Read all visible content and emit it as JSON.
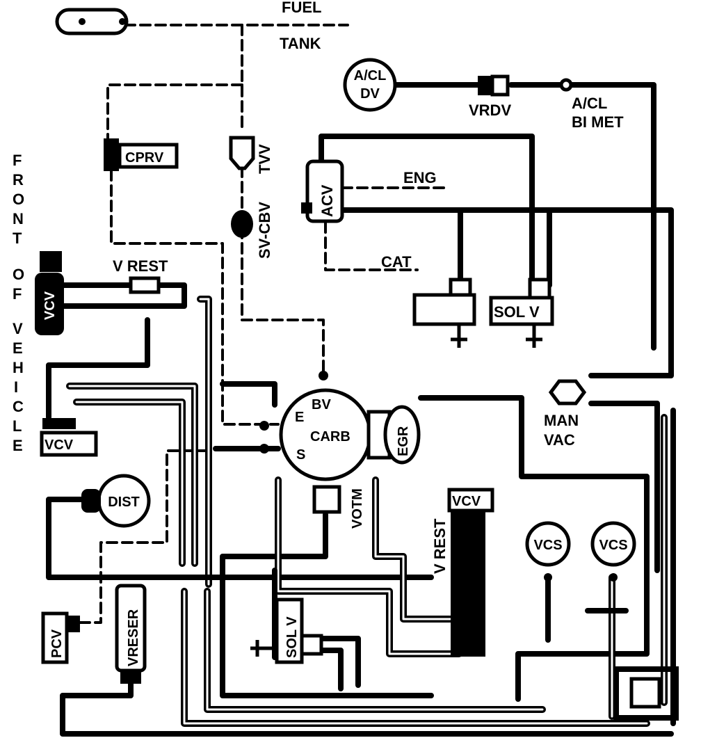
{
  "diagram": {
    "labels": {
      "fuel": "FUEL",
      "tank": "TANK",
      "front_of_vehicle": [
        "F",
        "R",
        "O",
        "N",
        "T",
        "O",
        "F",
        "V",
        "E",
        "H",
        "I",
        "C",
        "L",
        "E"
      ],
      "acl_dv_line1": "A/CL",
      "acl_dv_line2": "DV",
      "vrdv": "VRDV",
      "acl_bimet_line1": "A/CL",
      "acl_bimet_line2": "BI MET",
      "cprv": "CPRV",
      "tvv": "TVV",
      "sv_cbv": "SV-CBV",
      "eng": "ENG",
      "acv": "ACV",
      "cat": "CAT",
      "sol_v_top": "SOL V",
      "v_rest_top": "V REST",
      "vcv_top": "VCV",
      "bv": "BV",
      "e": "E",
      "carb": "CARB",
      "s": "S",
      "egr": "EGR",
      "man_vac_line1": "MAN",
      "man_vac_line2": "VAC",
      "vcv_left": "VCV",
      "dist": "DIST",
      "votm": "VOTM",
      "vcv_right": "VCV",
      "v_rest_right": "V REST",
      "vcs_1": "VCS",
      "vcs_2": "VCS",
      "pcv": "PCV",
      "vreser": "VRESER",
      "sol_v_bottom": "SOL V"
    }
  }
}
